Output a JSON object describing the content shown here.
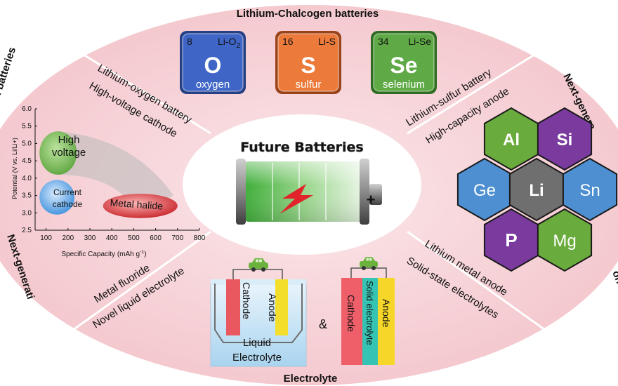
{
  "top_title": "Lithium-Chalcogen batteries",
  "bottom_title": "Electrolyte",
  "left_title_top": "on batteries",
  "left_title_bottom": "Next-generati",
  "right_title_top": "Next-genera",
  "right_title_bottom": "on batteries",
  "center_title": "Future Batteries",
  "plus_sign": "+",
  "elements": [
    {
      "number": "8",
      "pair": "Li-O",
      "sub": "2",
      "symbol": "O",
      "name": "oxygen",
      "color": "#3f66c6",
      "border": "#263f85"
    },
    {
      "number": "16",
      "pair": "Li-S",
      "sub": "",
      "symbol": "S",
      "name": "sulfur",
      "color": "#ec7a3a",
      "border": "#9b4318"
    },
    {
      "number": "34",
      "pair": "Li-Se",
      "sub": "",
      "symbol": "Se",
      "name": "selenium",
      "color": "#5faa46",
      "border": "#2f6d22"
    }
  ],
  "labels": {
    "li_oxygen": "Lithium-oxygen battery",
    "high_voltage_cathode": "High-voltage cathode",
    "li_sulfur": "Lithium-sulfur battery",
    "high_capacity_anode": "High-capacity anode",
    "metal_fluoride": "Metal fluoride",
    "novel_liquid": "Novel liquid electrolyte",
    "li_metal_anode": "Lithium metal anode",
    "solid_state": "Solid-state electrolytes"
  },
  "hexes": [
    {
      "symbol": "Al",
      "color": "#6aab3d"
    },
    {
      "symbol": "Si",
      "color": "#7a3a9e"
    },
    {
      "symbol": "Ge",
      "color": "#4d8fd1"
    },
    {
      "symbol": "Li",
      "color": "#6f6f6f"
    },
    {
      "symbol": "Sn",
      "color": "#4d8fd1"
    },
    {
      "symbol": "P",
      "color": "#7a3a9e"
    },
    {
      "symbol": "Mg",
      "color": "#6aab3d"
    }
  ],
  "chart": {
    "ylabel": "Potential (V vs. Li/Li+)",
    "xlabel": "Specific Capacity (mAh g",
    "xlabel_sup": "-1",
    "xlabel_end": ")",
    "regions": {
      "high_voltage_line1": "High",
      "high_voltage_line2": "voltage",
      "current_line1": "Current",
      "current_line2": "cathode",
      "metal_halide": "Metal halide"
    }
  },
  "chart_data": {
    "type": "scatter",
    "xlabel": "Specific Capacity (mAh g-1)",
    "ylabel": "Potential (V vs. Li/Li+)",
    "xlim": [
      50,
      800
    ],
    "ylim": [
      2.5,
      6.0
    ],
    "xticks": [
      100,
      200,
      300,
      400,
      500,
      600,
      700,
      800
    ],
    "yticks": [
      2.5,
      3.0,
      3.5,
      4.0,
      4.5,
      5.0,
      5.5,
      6.0
    ],
    "regions": [
      {
        "name": "High voltage",
        "x": [
          70,
          240
        ],
        "y": [
          4.1,
          5.35
        ],
        "color": "#7bbf5a"
      },
      {
        "name": "Current cathode",
        "x": [
          70,
          230
        ],
        "y": [
          2.95,
          3.95
        ],
        "color": "#5aa8e8"
      },
      {
        "name": "Metal halide",
        "x": [
          360,
          700
        ],
        "y": [
          2.85,
          3.55
        ],
        "color": "#d6383c"
      }
    ]
  },
  "cell_liquid": {
    "cathode": "Cathode",
    "anode": "Anode",
    "electrolyte_line1": "Liquid",
    "electrolyte_line2": "Electrolyte"
  },
  "ampersand": "&",
  "cell_solid": {
    "cathode": "Cathode",
    "electrolyte": "Solid electrolyte",
    "anode": "Anode"
  }
}
